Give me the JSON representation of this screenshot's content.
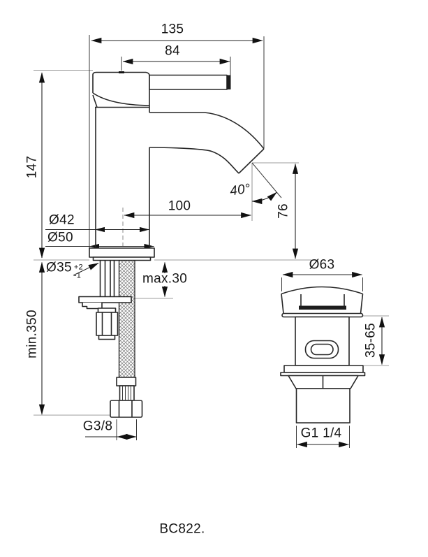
{
  "product": {
    "model": "BC822."
  },
  "dims": {
    "total_width": "135",
    "lever_reach": "84",
    "body_height": "147",
    "spout_reach": "100",
    "spout_angle": "40°",
    "spout_height": "76",
    "body_diameter": "Ø42",
    "base_diameter": "Ø50",
    "hole_diameter": "Ø35",
    "hole_tolerance_plus": "+2",
    "hole_tolerance_minus": "-1",
    "max_deck_thickness": "max.30",
    "min_hose_length": "min.350",
    "supply_thread": "G3/8"
  },
  "waste_dims": {
    "cap_diameter": "Ø63",
    "clamp_range": "35-65",
    "waste_thread": "G1 1/4"
  }
}
